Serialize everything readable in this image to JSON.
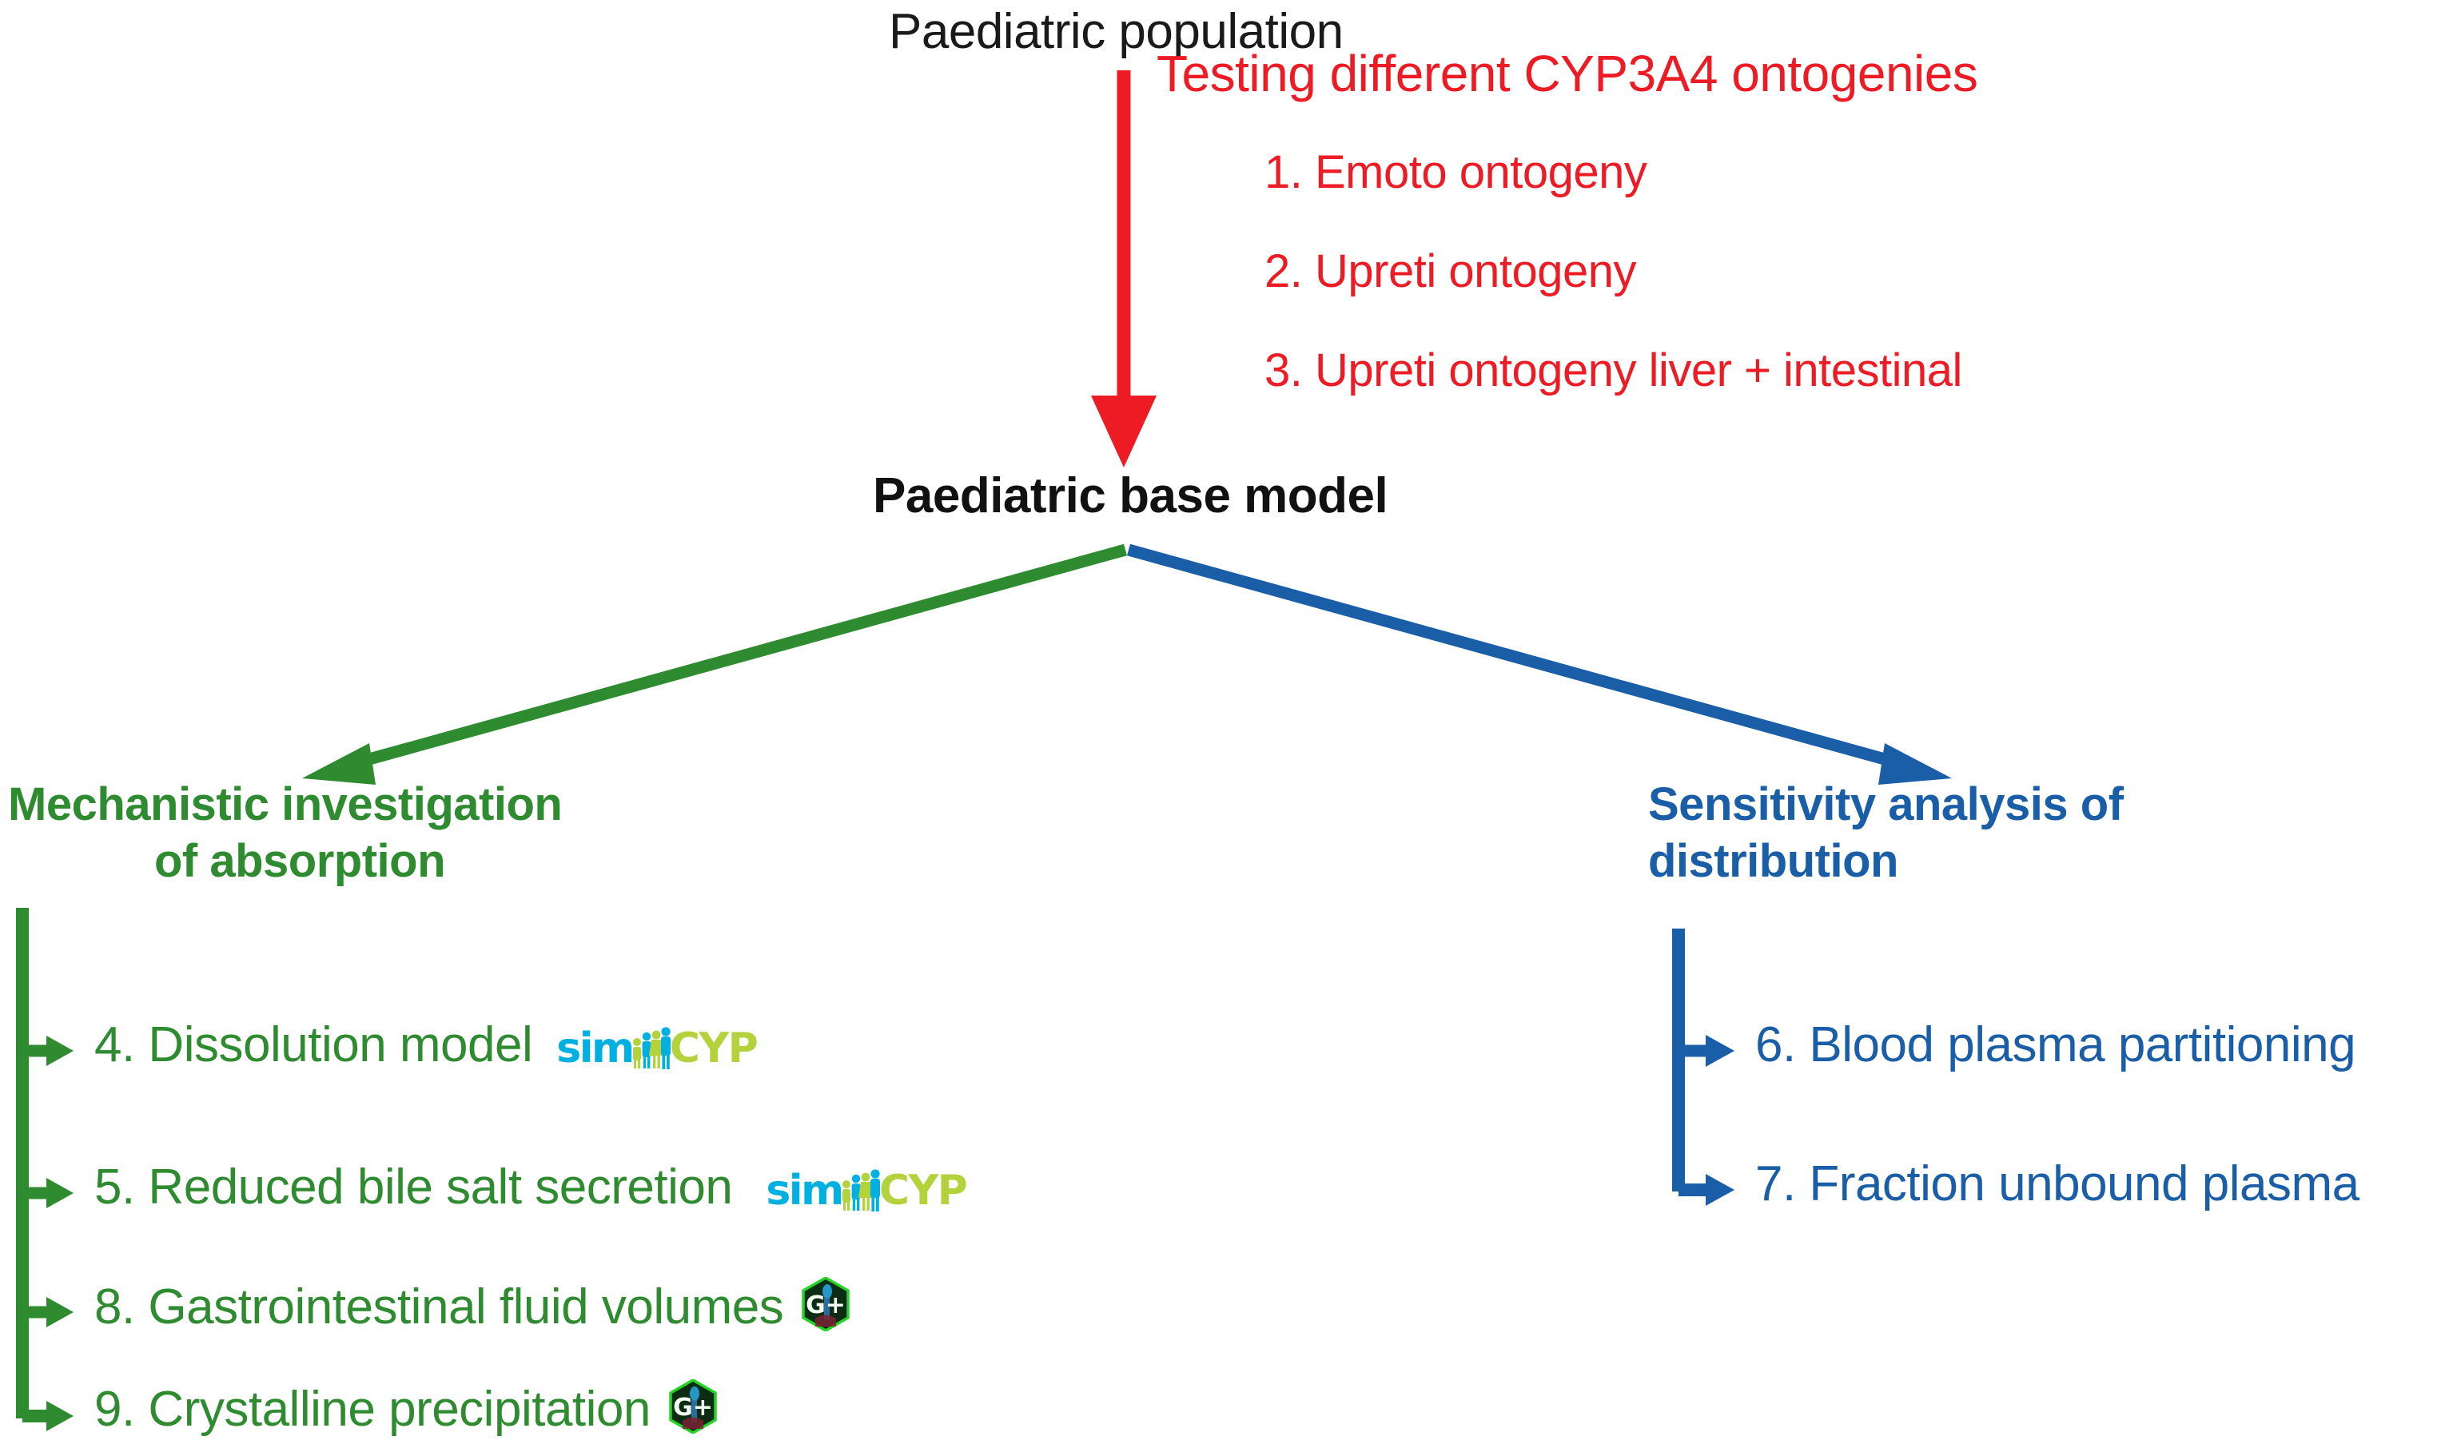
{
  "diagram": {
    "title_node": "Paediatric population",
    "base_model_node": "Paediatric base model",
    "red_section": {
      "heading": "Testing different CYP3A4 ontogenies",
      "items": [
        "1. Emoto ontogeny",
        "2. Upreti ontogeny",
        "3. Upreti ontogeny liver + intestinal"
      ],
      "color": "#ed1c24"
    },
    "left_branch": {
      "heading_line1": "Mechanistic investigation",
      "heading_line2": "of absorption",
      "color": "#2e8b2f",
      "items": [
        {
          "label": "4. Dissolution model",
          "badge": "simcyp-logo"
        },
        {
          "label": "5. Reduced bile salt secretion",
          "badge": "simcyp-logo"
        },
        {
          "label": "8. Gastrointestinal fluid volumes",
          "badge": "gplus-hex-icon"
        },
        {
          "label": "9. Crystalline precipitation",
          "badge": "gplus-hex-icon"
        }
      ]
    },
    "right_branch": {
      "heading_line1": "Sensitivity analysis of",
      "heading_line2": "distribution",
      "color": "#1b5ea8",
      "items": [
        {
          "label": "6. Blood plasma partitioning",
          "badge": "none"
        },
        {
          "label": "7. Fraction unbound plasma",
          "badge": "none"
        }
      ]
    },
    "badges": {
      "simcyp_part1": "sim",
      "simcyp_part2": "CYP",
      "simcyp_color1": "#00b0e0",
      "simcyp_color2": "#b3d23c",
      "gplus_label": "G+",
      "gplus_color": "#1fa81f"
    }
  }
}
